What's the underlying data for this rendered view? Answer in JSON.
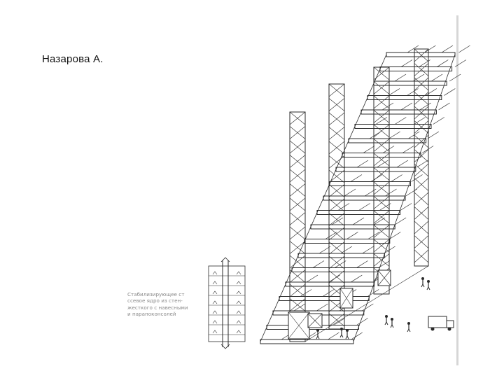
{
  "slide": {
    "title": "Назарова А."
  },
  "figure": {
    "caption_lines": [
      "Стабилизирующее ст",
      "ссевое ядро из стен-",
      "жесткого с навесными",
      "и парапоконсолей"
    ],
    "stroke_color": "#2a2a2a",
    "background": "#ffffff"
  }
}
